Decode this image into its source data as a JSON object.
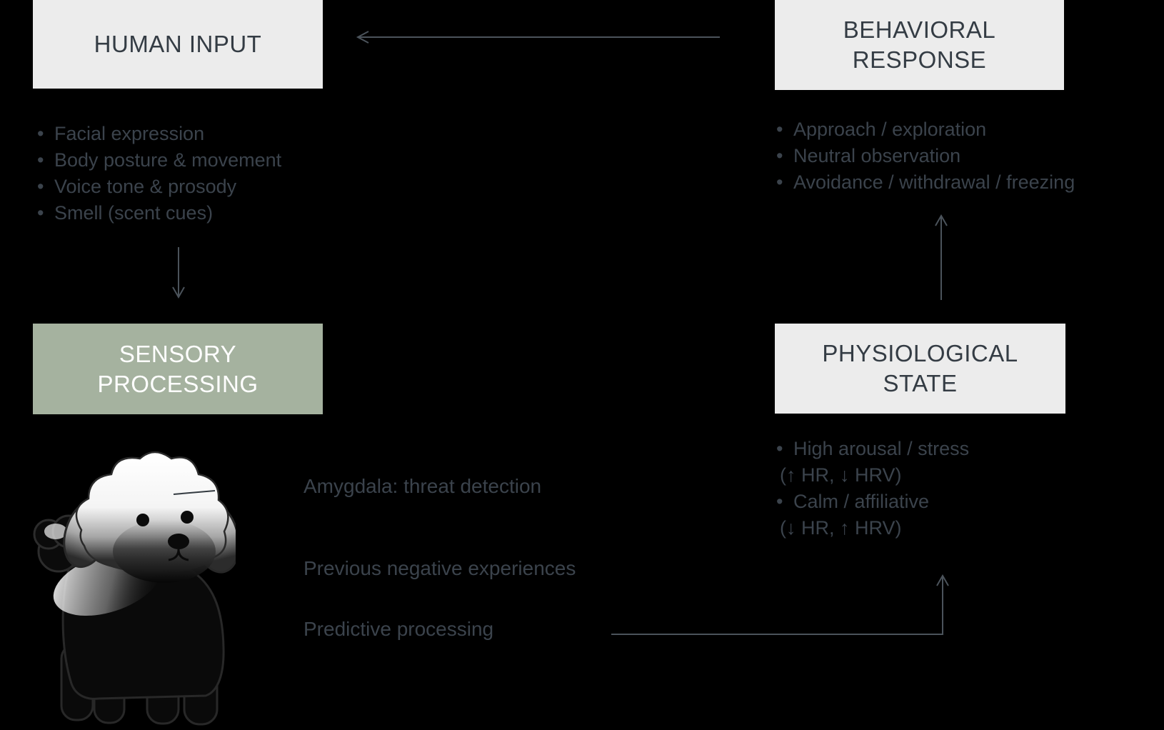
{
  "colors": {
    "background": "#000000",
    "box_gray": "#ECECEC",
    "box_green": "#A5B29F",
    "title_text": "#343C44",
    "green_box_title_text": "#FFFFFF",
    "list_text": "#3B434C",
    "arrow": "#4B535B"
  },
  "boxes": {
    "human_input": {
      "title": "HUMAN INPUT"
    },
    "behavioral_response": {
      "title_line1": "BEHAVIORAL",
      "title_line2": "RESPONSE"
    },
    "sensory_processing": {
      "title_line1": "SENSORY",
      "title_line2": "PROCESSING"
    },
    "physiological_state": {
      "title_line1": "PHYSIOLOGICAL",
      "title_line2": "STATE"
    }
  },
  "lists": {
    "human_input": [
      {
        "bullet": true,
        "text": "Facial expression"
      },
      {
        "bullet": true,
        "text": "Body posture & movement"
      },
      {
        "bullet": true,
        "text": "Voice tone & prosody"
      },
      {
        "bullet": true,
        "text": "Smell (scent cues)"
      }
    ],
    "behavioral_response": [
      {
        "bullet": true,
        "text": "Approach / exploration"
      },
      {
        "bullet": true,
        "text": "Neutral observation"
      },
      {
        "bullet": true,
        "text": "Avoidance / withdrawal / freezing"
      }
    ],
    "physiological_state": [
      {
        "bullet": true,
        "text": "High arousal / stress"
      },
      {
        "bullet": false,
        "text": "(↑ HR, ↓ HRV)"
      },
      {
        "bullet": true,
        "text": "Calm / affiliative"
      },
      {
        "bullet": false,
        "text": "(↓ HR, ↑ HRV)"
      }
    ]
  },
  "labels": {
    "amygdala": "Amygdala: threat detection",
    "previous": "Previous negative experiences",
    "predictive": "Predictive processing"
  }
}
